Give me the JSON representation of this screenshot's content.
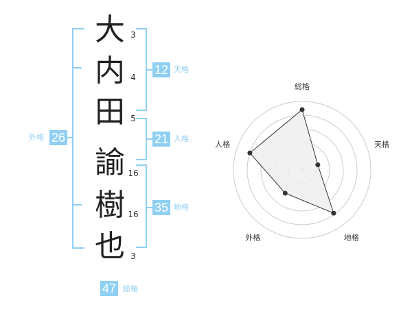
{
  "name": {
    "chars": [
      "大",
      "内",
      "田",
      "諭",
      "樹",
      "也"
    ],
    "strokes": [
      "3",
      "4",
      "5",
      "16",
      "16",
      "3"
    ]
  },
  "fortunes": {
    "tenkaku": {
      "value": "12",
      "label": "天格"
    },
    "jinkaku": {
      "value": "21",
      "label": "人格"
    },
    "chikaku": {
      "value": "35",
      "label": "地格"
    },
    "gaikaku": {
      "value": "26",
      "label": "外格"
    },
    "soukaku": {
      "value": "47",
      "label": "総格"
    }
  },
  "chart_data": {
    "type": "radar",
    "axes": [
      "総格",
      "天格",
      "地格",
      "外格",
      "人格"
    ],
    "values": [
      0.88,
      0.24,
      0.78,
      0.42,
      0.8
    ],
    "colors": {
      "fill": "#eeeeee",
      "stroke": "#333333",
      "grid": "#cccccc",
      "badge": "#8fcff2"
    }
  }
}
